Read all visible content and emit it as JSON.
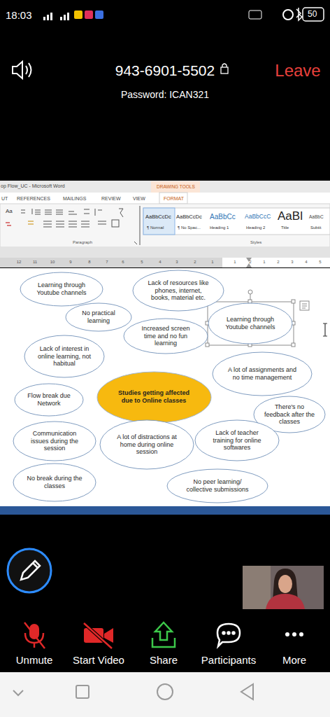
{
  "diagram": {
    "nodes": [
      {
        "text": [
          "Studies getting affected due to Online classes"
        ]
      },
      {
        "text": [
          "Learning through Youtube channels"
        ]
      },
      {
        "text": [
          "Lack of resources like phones, internet, books, material etc."
        ]
      },
      {
        "text": [
          "No practical learning"
        ]
      },
      {
        "text": [
          "Learning through Youtube channels"
        ]
      },
      {
        "text": [
          "Increased screen time and no fun learning"
        ]
      },
      {
        "text": [
          "Lack of interest in online learning, not habitual"
        ]
      },
      {
        "text": [
          "A lot of assignments and no time management"
        ]
      },
      {
        "text": [
          "Flow break due Network"
        ]
      },
      {
        "text": [
          "There's no feedback after the classes"
        ]
      },
      {
        "text": [
          "Communication issues during the session"
        ]
      },
      {
        "text": [
          "A lot of distractions at home during online session"
        ]
      },
      {
        "text": [
          "Lack of teacher training for online softwares"
        ]
      },
      {
        "text": [
          "No break during the classes"
        ]
      },
      {
        "text": [
          "No peer learning/ collective submissions"
        ]
      }
    ],
    "labels": [
      "18:03",
      "50",
      "943-6901-5502",
      "Password: ICAN321",
      "Leave",
      "op Flow_UC - Microsoft Word",
      "DRAWING TOOLS",
      "UT",
      "REFERENCES",
      "MAILINGS",
      "REVIEW",
      "VIEW",
      "FORMAT",
      "AaBbCcDc",
      "¶ Normal",
      "AaBbCcDc",
      "¶ No Spac...",
      "AaBbCc",
      "Heading 1",
      "AaBbCcC",
      "Heading 2",
      "AaBl",
      "Title",
      "AaBbC",
      "Subtit",
      "Paragraph",
      "Styles",
      "Aa",
      "Unmute",
      "Start Video",
      "Share",
      "Participants",
      "More",
      "12",
      "11",
      "10",
      "9",
      "8",
      "7",
      "6",
      "5",
      "4",
      "3",
      "2",
      "1",
      "1",
      "2",
      "1",
      "2",
      "3",
      "4",
      "5"
    ]
  }
}
